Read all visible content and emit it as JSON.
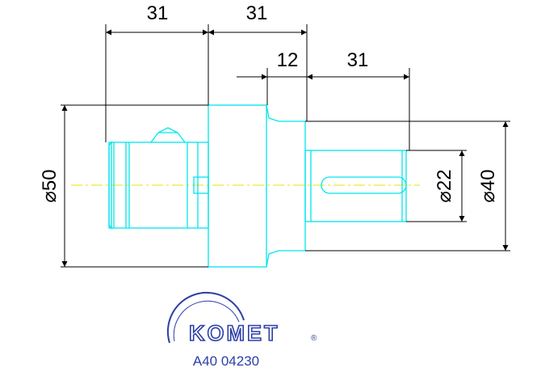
{
  "dimensions": {
    "top_left": "31",
    "top_right": "31",
    "mid_left": "12",
    "mid_right": "31",
    "dia_flange": "⌀50",
    "dia_shank": "⌀22",
    "dia_body": "⌀40"
  },
  "brand": {
    "logo_text": "KOMET",
    "registered": "®",
    "part_number": "A40 04230",
    "color": "#2b3fa8"
  },
  "colors": {
    "part_outline": "#00e5ef",
    "centerline": "#e6e600",
    "dimension": "#000000"
  }
}
